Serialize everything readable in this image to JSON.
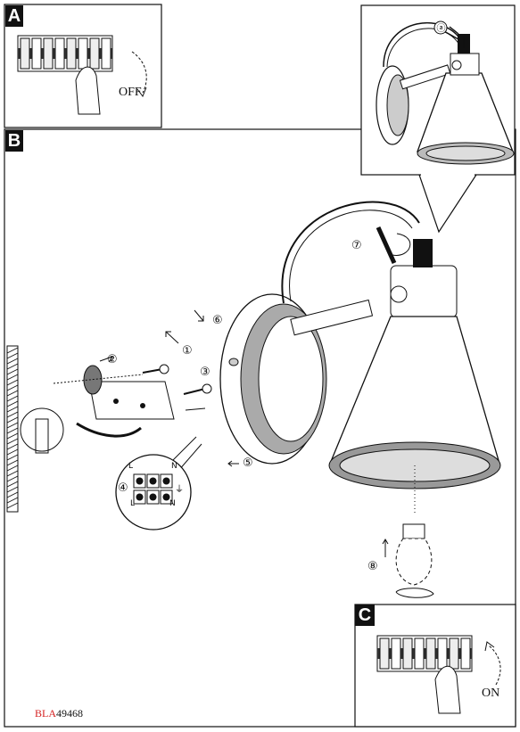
{
  "panels": {
    "a": {
      "label": "A",
      "switch_text": "OFF"
    },
    "b": {
      "label": "B"
    },
    "c": {
      "label": "C",
      "switch_text": "ON"
    }
  },
  "steps": {
    "s1": "①",
    "s2": "②",
    "s3": "③",
    "s4": "④",
    "s5": "⑤",
    "s6": "⑥",
    "s7": "⑦",
    "s8": "⑧"
  },
  "detail": {
    "callout": "ⓐ"
  },
  "terminal": {
    "l_top": "L",
    "n_top": "N",
    "l_bottom": "L",
    "n_bottom": "N",
    "earth": "⏚"
  },
  "product_code": {
    "prefix": "BLA",
    "number": "49468"
  }
}
